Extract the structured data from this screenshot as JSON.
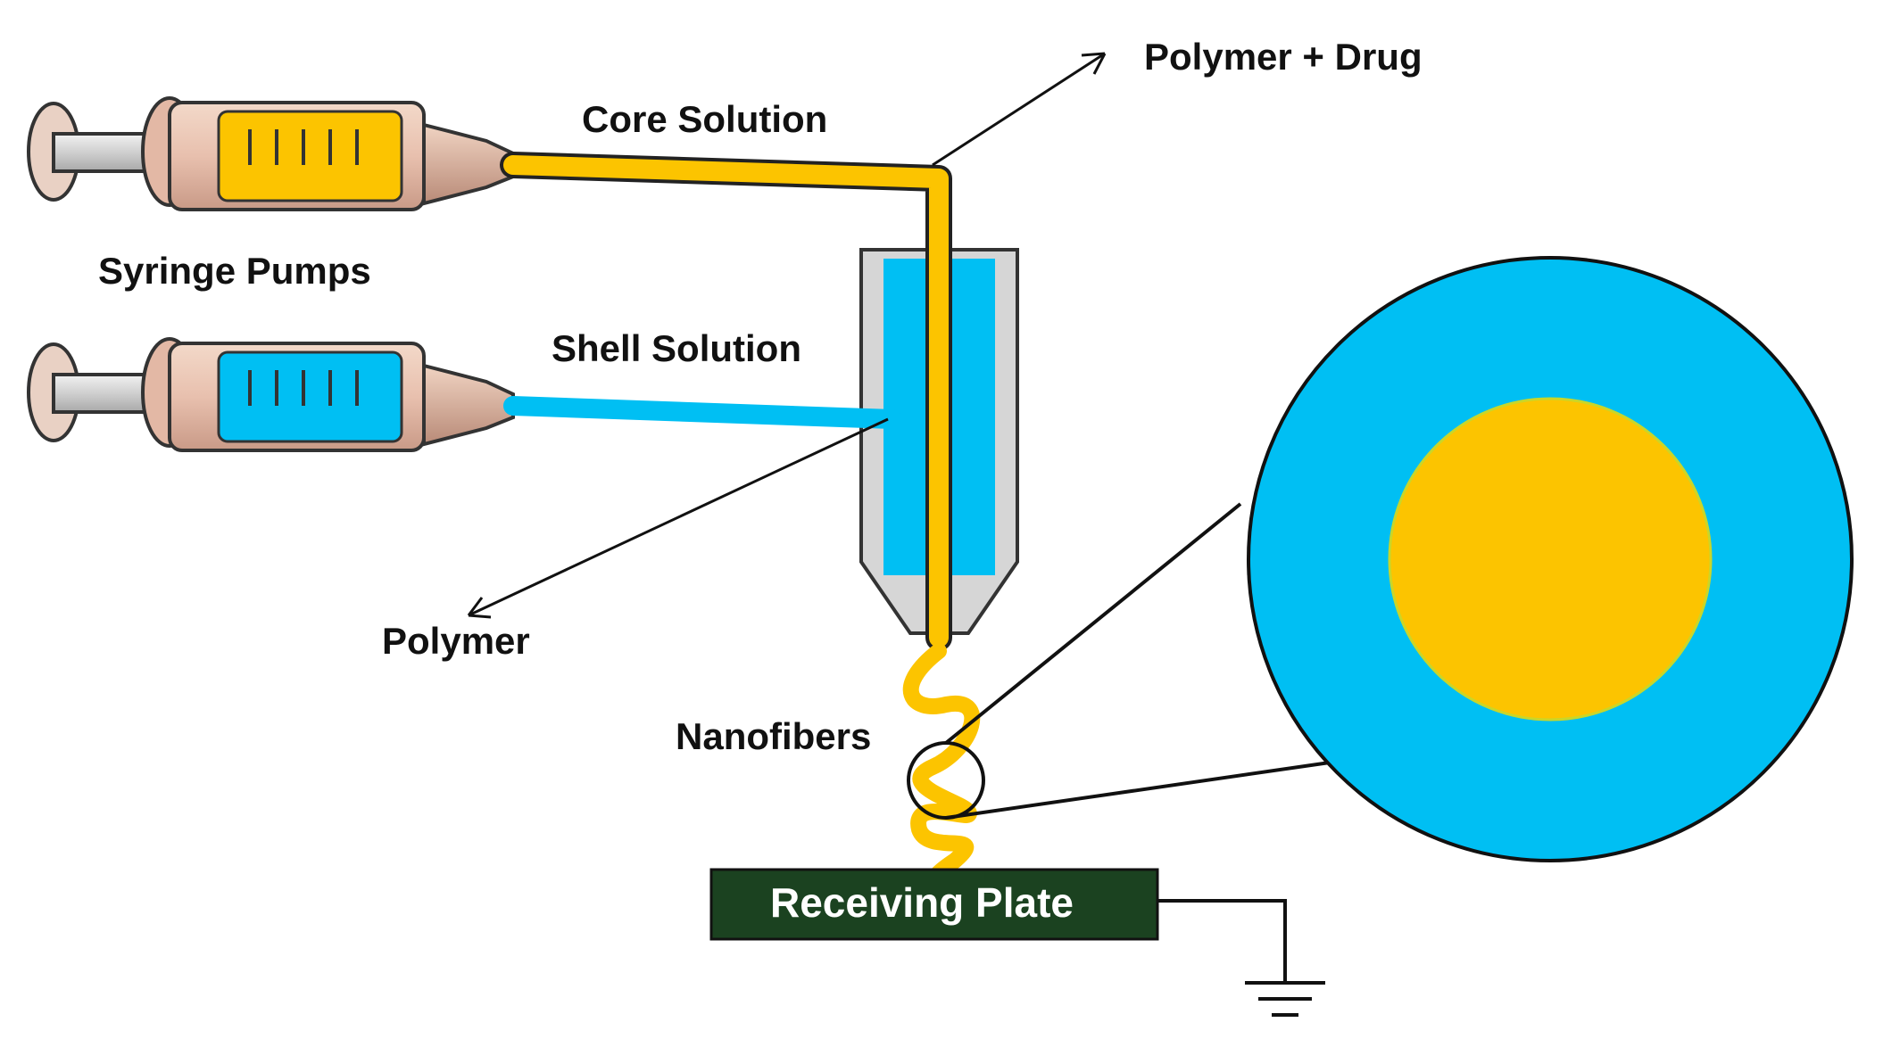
{
  "labels": {
    "core_solution": "Core Solution",
    "polymer_drug": "Polymer + Drug",
    "syringe_pumps": "Syringe Pumps",
    "shell_solution": "Shell Solution",
    "polymer": "Polymer",
    "nanofibers": "Nanofibers",
    "receiving_plate": "Receiving Plate"
  },
  "colors": {
    "core": "#fcc400",
    "shell": "#00bff3",
    "plate": "#1b4220",
    "nozzle_metal": "#d6d6d6",
    "outline": "#222222"
  }
}
